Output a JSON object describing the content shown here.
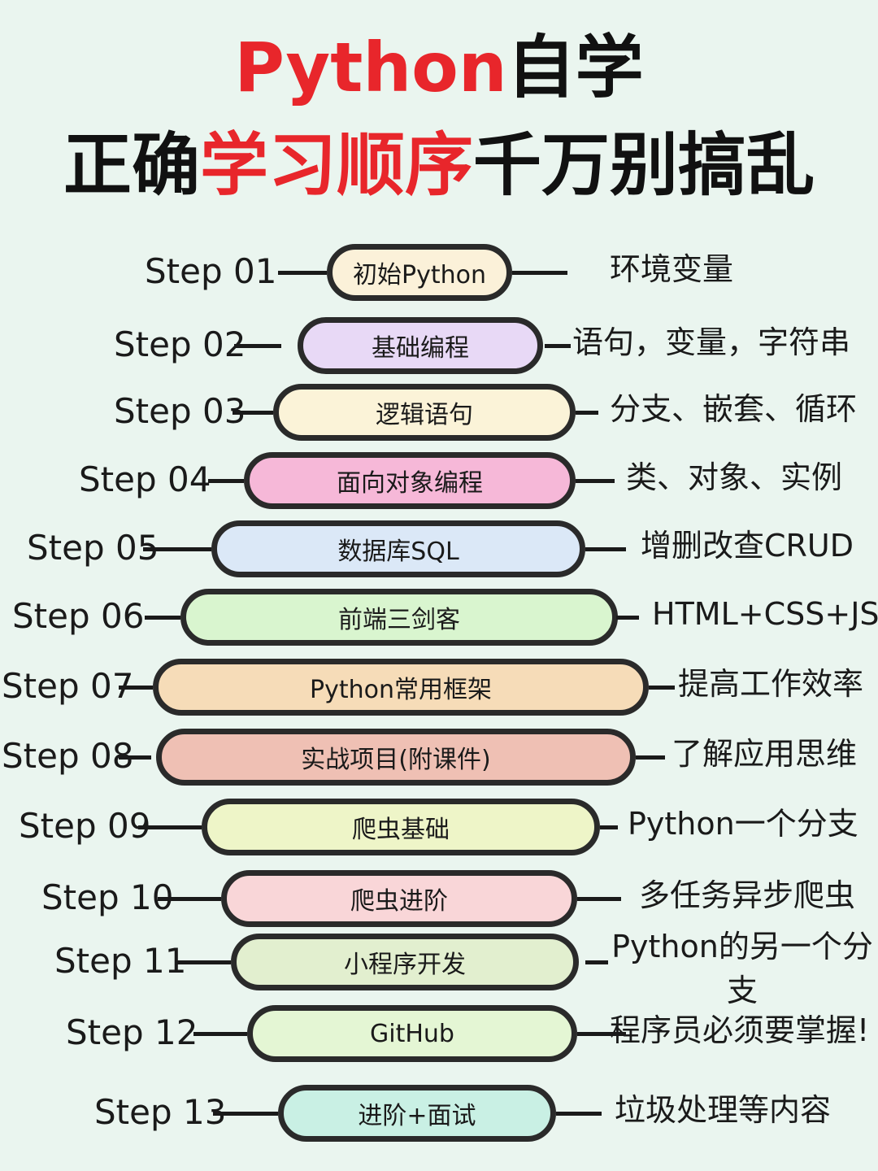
{
  "title": {
    "line1_red": "Python",
    "line1_black": "自学",
    "line2_black_a": "正确",
    "line2_red": "学习顺序",
    "line2_black_b": "千万别搞乱"
  },
  "steps": [
    {
      "label": "Step 01",
      "topic": "初始Python",
      "desc": "环境变量",
      "color": "#fbf1d9"
    },
    {
      "label": "Step 02",
      "topic": "基础编程",
      "desc": "语句，变量，字符串",
      "color": "#e8d9f6"
    },
    {
      "label": "Step 03",
      "topic": "逻辑语句",
      "desc": "分支、嵌套、循环",
      "color": "#fbf3d8"
    },
    {
      "label": "Step 04",
      "topic": "面向对象编程",
      "desc": "类、对象、实例",
      "color": "#f6b8d8"
    },
    {
      "label": "Step 05",
      "topic": "数据库SQL",
      "desc": "增删改查CRUD",
      "color": "#dbe8f7"
    },
    {
      "label": "Step 06",
      "topic": "前端三剑客",
      "desc": "HTML+CSS+JS",
      "color": "#d9f5cf"
    },
    {
      "label": "Step 07",
      "topic": "Python常用框架",
      "desc": "提高工作效率",
      "color": "#f6dcb8"
    },
    {
      "label": "Step 08",
      "topic": "实战项目(附课件)",
      "desc": "了解应用思维",
      "color": "#efc0b4"
    },
    {
      "label": "Step 09",
      "topic": "爬虫基础",
      "desc": "Python一个分支",
      "color": "#eef5c8"
    },
    {
      "label": "Step 10",
      "topic": "爬虫进阶",
      "desc": "多任务异步爬虫",
      "color": "#f9d6d8"
    },
    {
      "label": "Step 11",
      "topic": "小程序开发",
      "desc": "Python的另一个分支",
      "color": "#e2efcf"
    },
    {
      "label": "Step 12",
      "topic": "GitHub",
      "desc": "程序员必须要掌握!",
      "color": "#e4f6d4"
    },
    {
      "label": "Step 13",
      "topic": "进阶+面试",
      "desc": "垃圾处理等内容",
      "color": "#c9f0e4"
    }
  ]
}
